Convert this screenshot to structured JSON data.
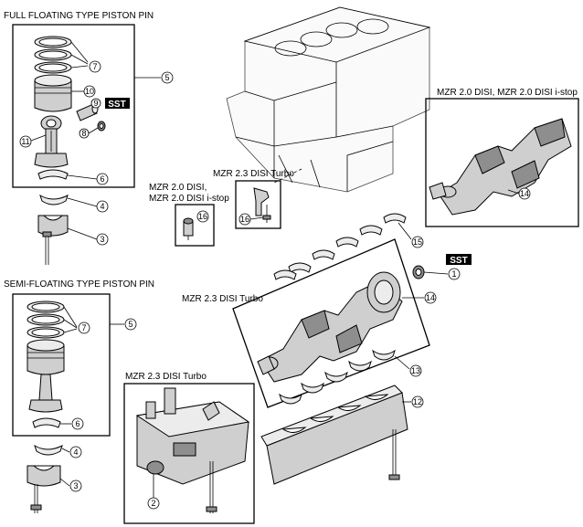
{
  "labels": {
    "full_floating": "FULL FLOATING TYPE PISTON PIN",
    "semi_floating": "SEMI-FLOATING TYPE PISTON PIN",
    "mzr20_istop_top": "MZR 2.0 DISI, MZR 2.0 DISI i-stop",
    "mzr23_turbo_small": "MZR 2.3 DISI Turbo",
    "mzr20_line1": "MZR 2.0 DISI,",
    "mzr20_line2": "MZR 2.0 DISI i-stop",
    "mzr23_turbo_crank": "MZR 2.3 DISI Turbo",
    "mzr23_turbo_balancer": "MZR 2.3 DISI Turbo",
    "sst": "SST"
  },
  "callouts": {
    "c1": "1",
    "c2": "2",
    "c3": "3",
    "c4": "4",
    "c5": "5",
    "c6": "6",
    "c7": "7",
    "c8": "8",
    "c9": "9",
    "c10": "10",
    "c11": "11",
    "c12": "12",
    "c13": "13",
    "c14": "14",
    "c15": "15",
    "c16": "16"
  }
}
